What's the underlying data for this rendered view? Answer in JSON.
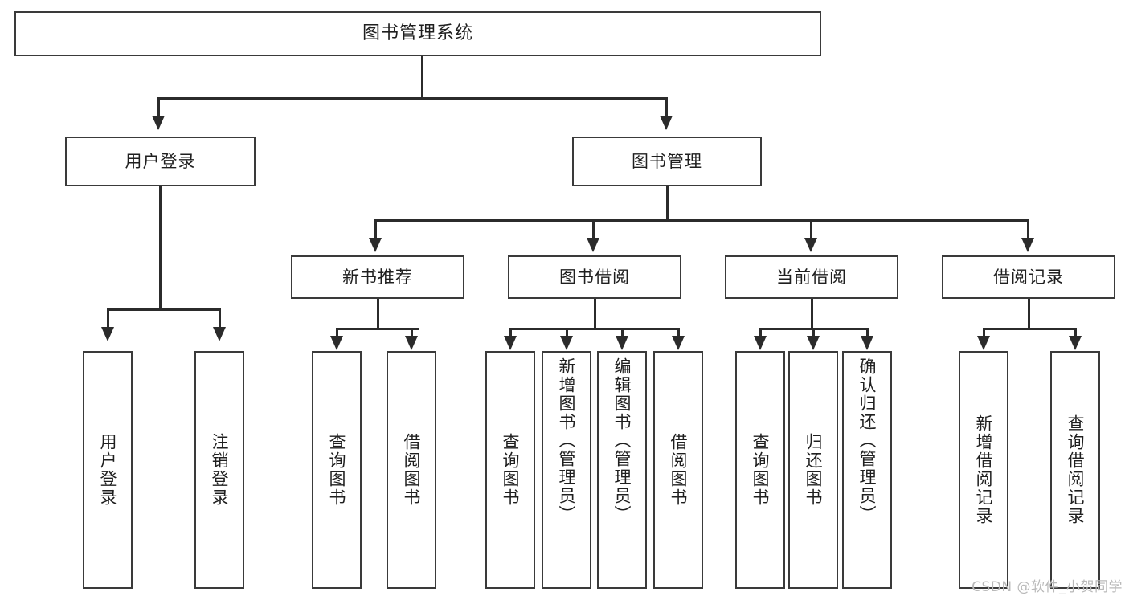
{
  "diagram": {
    "title": "图书管理系统",
    "type": "tree-hierarchy-chart",
    "watermark": "CSDN @软件_小贺同学",
    "nodes": {
      "root": {
        "label": "图书管理系统"
      },
      "level2": [
        {
          "id": "user-login",
          "label": "用户登录"
        },
        {
          "id": "book-manage",
          "label": "图书管理"
        }
      ],
      "level3": [
        {
          "id": "new-book-recommend",
          "label": "新书推荐"
        },
        {
          "id": "book-borrow",
          "label": "图书借阅"
        },
        {
          "id": "current-borrow",
          "label": "当前借阅"
        },
        {
          "id": "borrow-record",
          "label": "借阅记录"
        }
      ],
      "leaves": {
        "user_login": [
          {
            "id": "login",
            "label": "用户登录"
          },
          {
            "id": "logout",
            "label": "注销登录"
          }
        ],
        "new_book_recommend": [
          {
            "id": "query-book",
            "label": "查询图书"
          },
          {
            "id": "borrow-book",
            "label": "借阅图书"
          }
        ],
        "book_borrow": [
          {
            "id": "query-book",
            "label": "查询图书"
          },
          {
            "id": "add-book",
            "label": "新增图书（管理员）"
          },
          {
            "id": "edit-book",
            "label": "编辑图书（管理员）"
          },
          {
            "id": "borrow-book",
            "label": "借阅图书"
          }
        ],
        "current_borrow": [
          {
            "id": "query-book",
            "label": "查询图书"
          },
          {
            "id": "return-book",
            "label": "归还图书"
          },
          {
            "id": "confirm-return",
            "label": "确认归还（管理员）"
          }
        ],
        "borrow_record": [
          {
            "id": "add-record",
            "label": "新增借阅记录"
          },
          {
            "id": "query-record",
            "label": "查询借阅记录"
          }
        ]
      }
    },
    "colors": {
      "box_border": "#3a3a3a",
      "connector": "#2b2b2b",
      "background": "#ffffff",
      "text": "#1f1f1f",
      "watermark": "#b9b9b9"
    }
  }
}
